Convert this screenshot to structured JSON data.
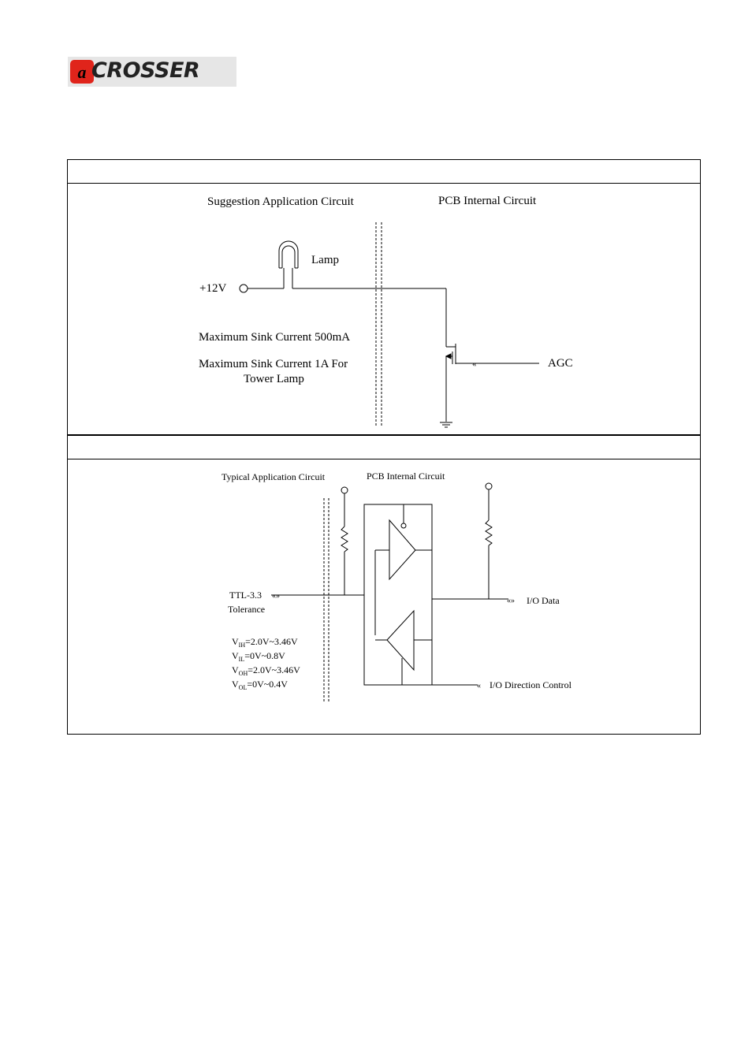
{
  "header": {
    "logo_text": "CROSSER",
    "logo_mark": "a",
    "logo_color": "#e0241b"
  },
  "section1": {
    "left_title": "Suggestion Application Circuit",
    "right_title": "PCB Internal Circuit",
    "lamp_label": "Lamp",
    "voltage_label": "+12V",
    "note1": "Maximum Sink Current 500mA",
    "note2_line1": "Maximum Sink Current 1A For",
    "note2_line2": "Tower Lamp",
    "signal_label": "AGC",
    "arrow_glyph": "«"
  },
  "section2": {
    "left_title": "Typical Application Circuit",
    "right_title": "PCB Internal Circuit",
    "ttl_line1": "TTL-3.3",
    "ttl_line2": "Tolerance",
    "vih": {
      "sym": "V",
      "sub": "IH",
      "val": "=2.0V~3.46V"
    },
    "vil": {
      "sym": "V",
      "sub": "IL",
      "val": "=0V~0.8V"
    },
    "voh": {
      "sym": "V",
      "sub": "OH",
      "val": "=2.0V~3.46V"
    },
    "vol": {
      "sym": "V",
      "sub": "OL",
      "val": "=0V~0.4V"
    },
    "io_data": "I/O Data",
    "io_dir": "I/O Direction Control",
    "bidir_arrow": "«»",
    "left_arrow": "«"
  }
}
